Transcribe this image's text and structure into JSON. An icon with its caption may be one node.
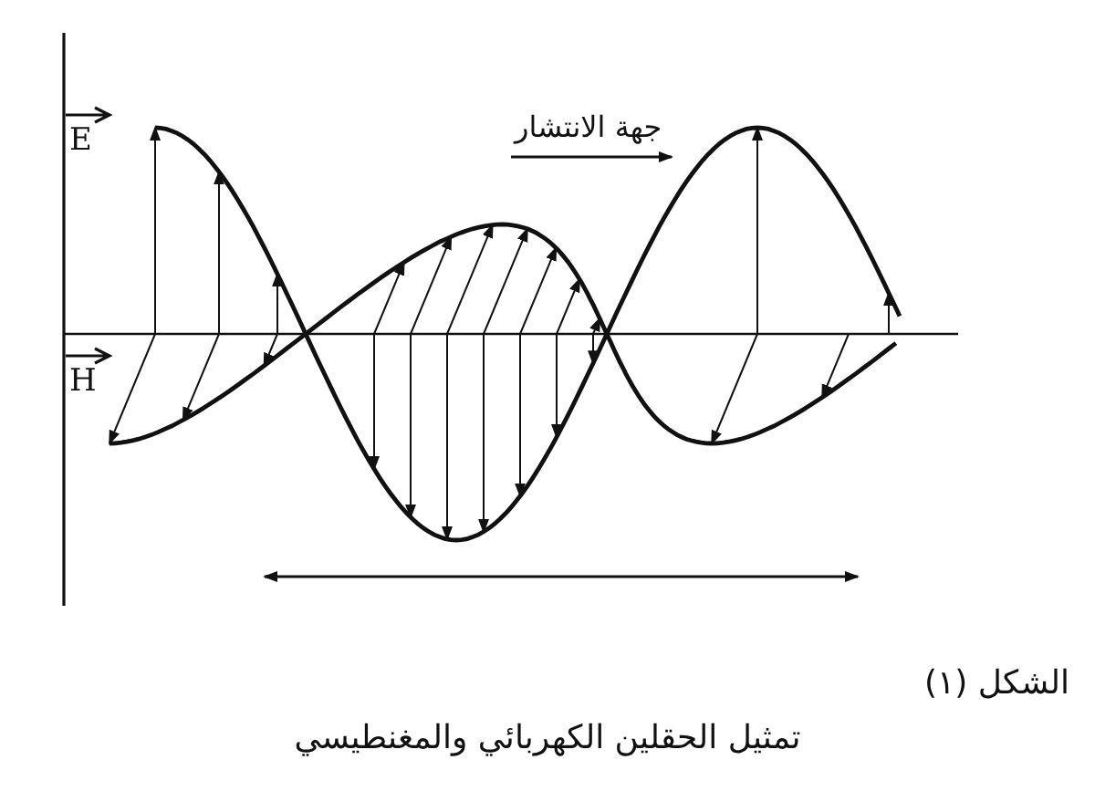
{
  "diagram": {
    "title": "الشكل (١)",
    "caption": "تمثيل الحقلين الكهربائي والمغنطيسي",
    "labels": [
      "جهة الانتشار",
      "E",
      "H"
    ]
  }
}
